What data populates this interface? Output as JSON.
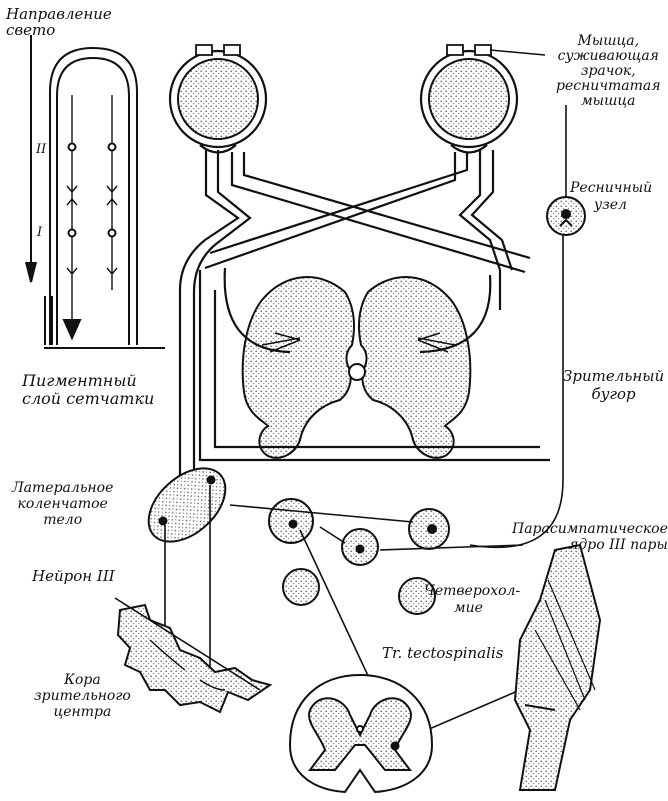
{
  "labels": {
    "light_direction": [
      "Направление",
      "свето"
    ],
    "pigment_layer": [
      "Пигментный",
      "слой сетчатки"
    ],
    "sphincter": [
      "Мышца,",
      "суживающая",
      "зрачок,",
      "ресничтатая",
      "мышца"
    ],
    "ciliary_ganglion": [
      "Ресничный",
      "узел"
    ],
    "thalamus": [
      "Зрительный",
      "бугор"
    ],
    "lgn": [
      "Латеральное",
      "коленчатое",
      "тело"
    ],
    "neuron": "Нейрон III",
    "parasympathetic": [
      "Парасимпатическое",
      "ядро III пары"
    ],
    "quadrigemina": [
      "Четверохол-",
      "мие"
    ],
    "tract": "Tr. tectospinalis",
    "cortex": [
      "Кора",
      "зрительного",
      "центра"
    ]
  },
  "retina_markers": [
    "II",
    "I"
  ],
  "colors": {
    "ink": "#111111",
    "stipple": "#c8c8c8",
    "paper": "#ffffff"
  }
}
